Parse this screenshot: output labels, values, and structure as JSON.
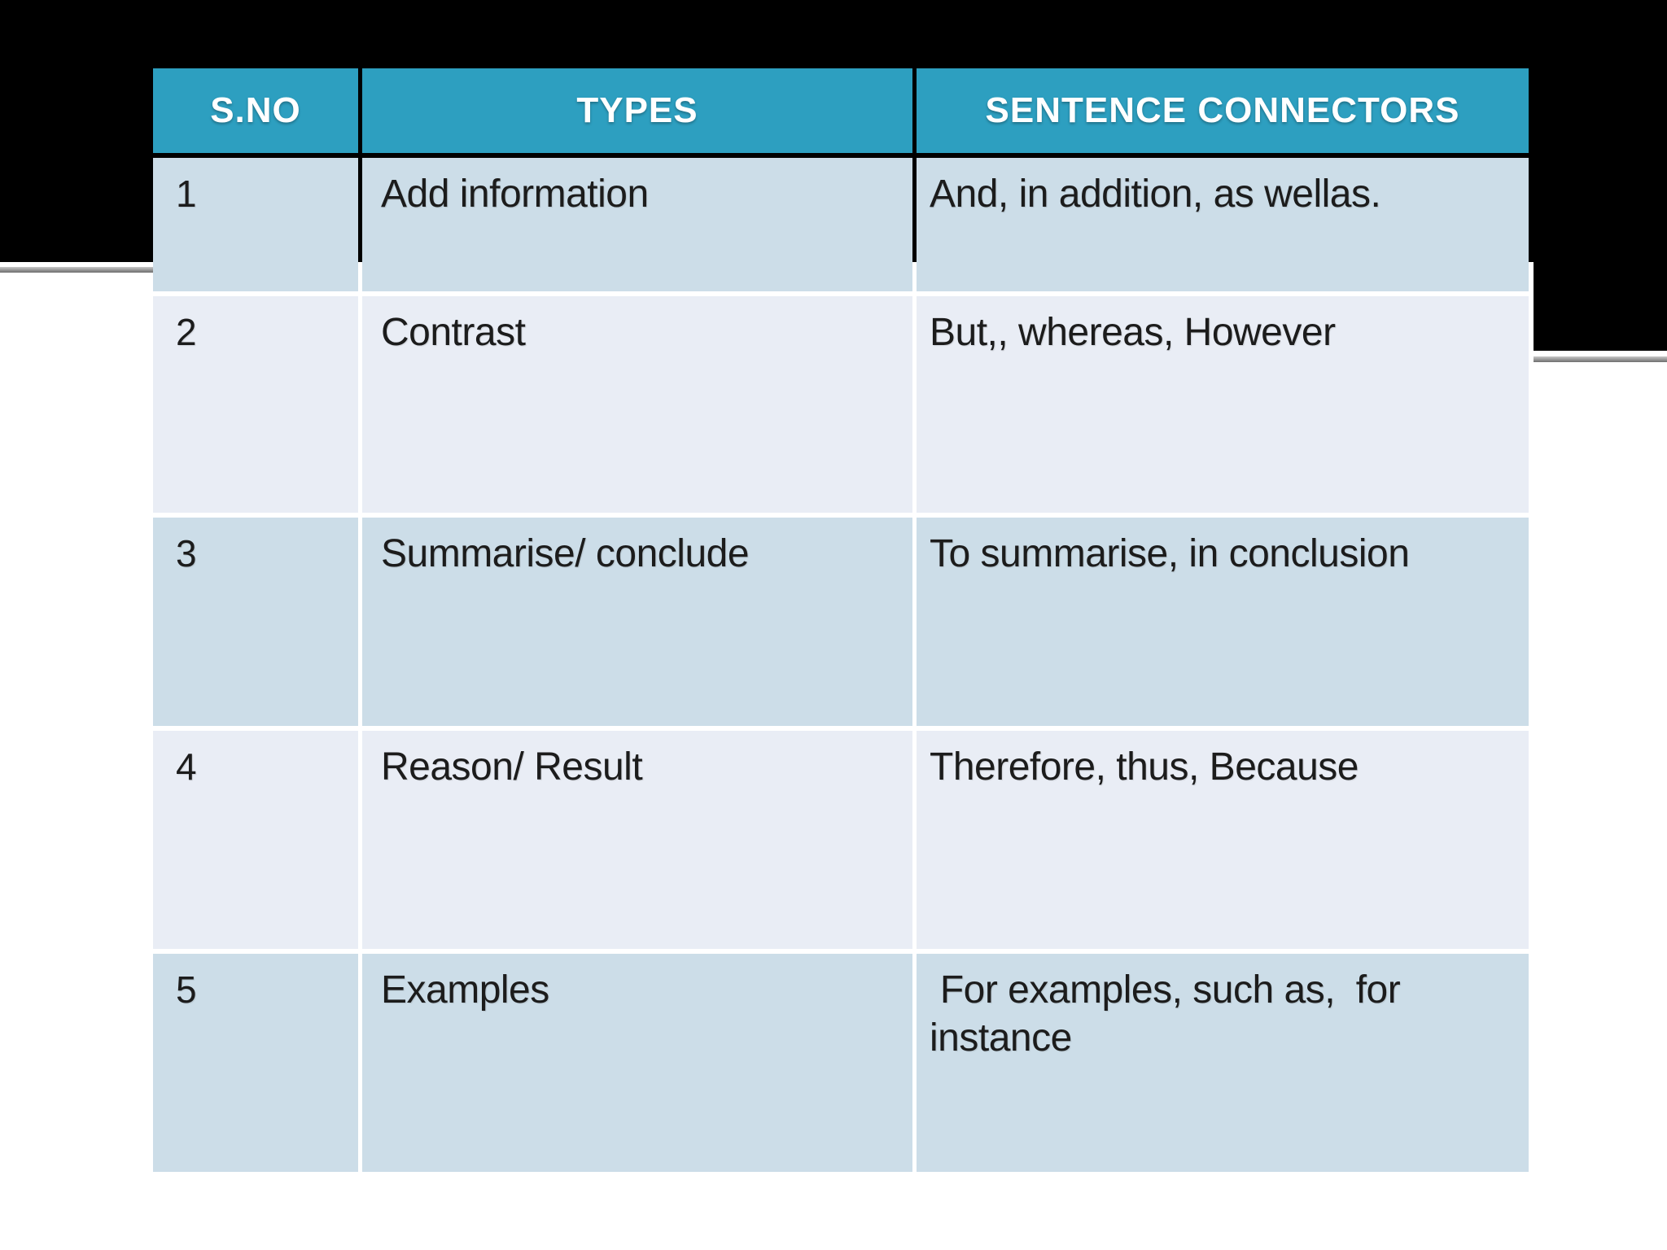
{
  "slide": {
    "table": {
      "headers": [
        {
          "label": "S.NO"
        },
        {
          "label": "TYPES"
        },
        {
          "label": "SENTENCE CONNECTORS"
        }
      ],
      "rows": [
        {
          "no": "1",
          "type": "Add information",
          "connectors": "And, in addition, as wellas."
        },
        {
          "no": "2",
          "type": "Contrast",
          "connectors": "But,, whereas, However"
        },
        {
          "no": "3",
          "type": "Summarise/ conclude",
          "connectors": "To summarise, in conclusion"
        },
        {
          "no": "4",
          "type": "Reason/ Result",
          "connectors": "Therefore, thus, Because"
        },
        {
          "no": "5",
          "type": "Examples",
          "connectors": " For examples, such as,  for instance"
        }
      ]
    }
  },
  "colors": {
    "header-bg": "#2d9fc0",
    "row-odd-bg": "#ccdde8",
    "row-even-bg": "#e9edf5",
    "header-text": "#ffffff",
    "body-text": "#1c1c1c",
    "band": "#000000",
    "page-bg": "#ffffff"
  }
}
